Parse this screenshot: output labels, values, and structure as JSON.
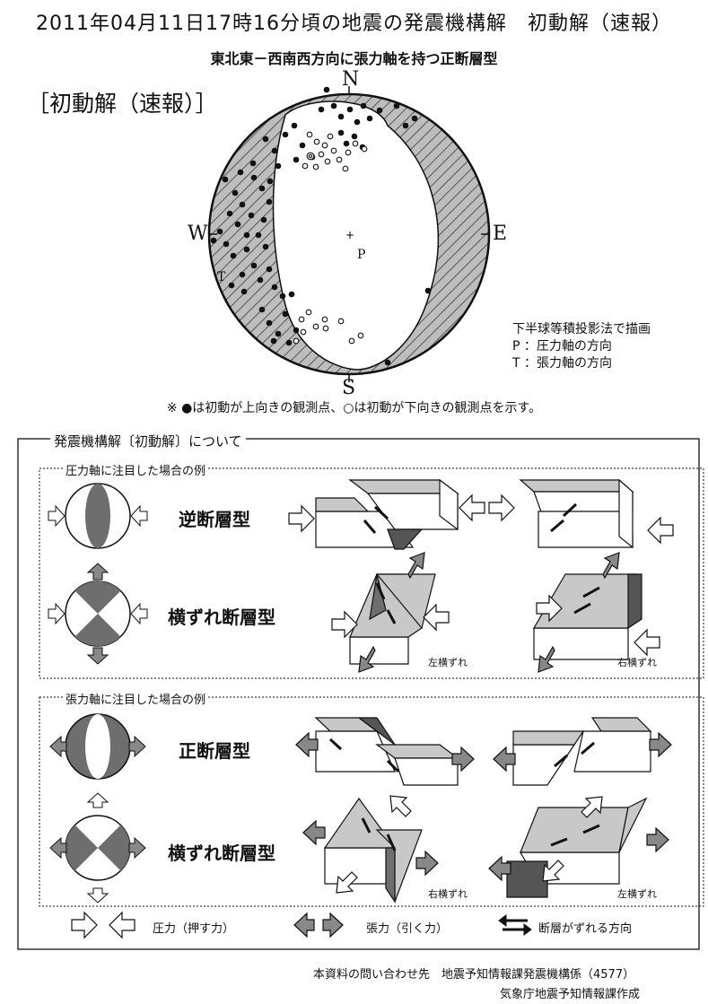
{
  "title": "2011年04月11日17時16分頃の地震の発震機構解　初動解（速報）",
  "subtitle": "東北東－西南西方向に張力軸を持つ正断層型",
  "side_label": "［初動解（速報）］",
  "compass": {
    "north": "N",
    "south": "S",
    "east": "E",
    "west": "W"
  },
  "axis_labels": {
    "p": "P",
    "t": "T"
  },
  "projection_note": {
    "line1": "下半球等積投影法で描画",
    "line2": "P ：圧力軸の方向",
    "line3": "T ：張力軸の方向"
  },
  "footnote": "※ ●は初動が上向きの観測点、○は初動が下向きの観測点を示す。",
  "explanation": {
    "box_title": "発震機構解〔初動解〕について",
    "compression_section": "圧力軸に注目した場合の例",
    "tension_section": "張力軸に注目した場合の例",
    "reverse_fault": "逆断層型",
    "strike_slip": "横ずれ断層型",
    "normal_fault": "正断層型",
    "left_lateral": "左横ずれ",
    "right_lateral": "右横ずれ",
    "legend_compression": "圧力（押す力）",
    "legend_tension": "張力（引く力）",
    "legend_slip": "断層がずれる方向"
  },
  "contact": "本資料の問い合わせ先　地震予知情報課発震機構係（4577）",
  "maker": "気象庁地震予知情報課作成",
  "colors": {
    "dark_gray": "#6e6e6e",
    "light_gray": "#c8c8c8",
    "hatch": "#555555"
  }
}
